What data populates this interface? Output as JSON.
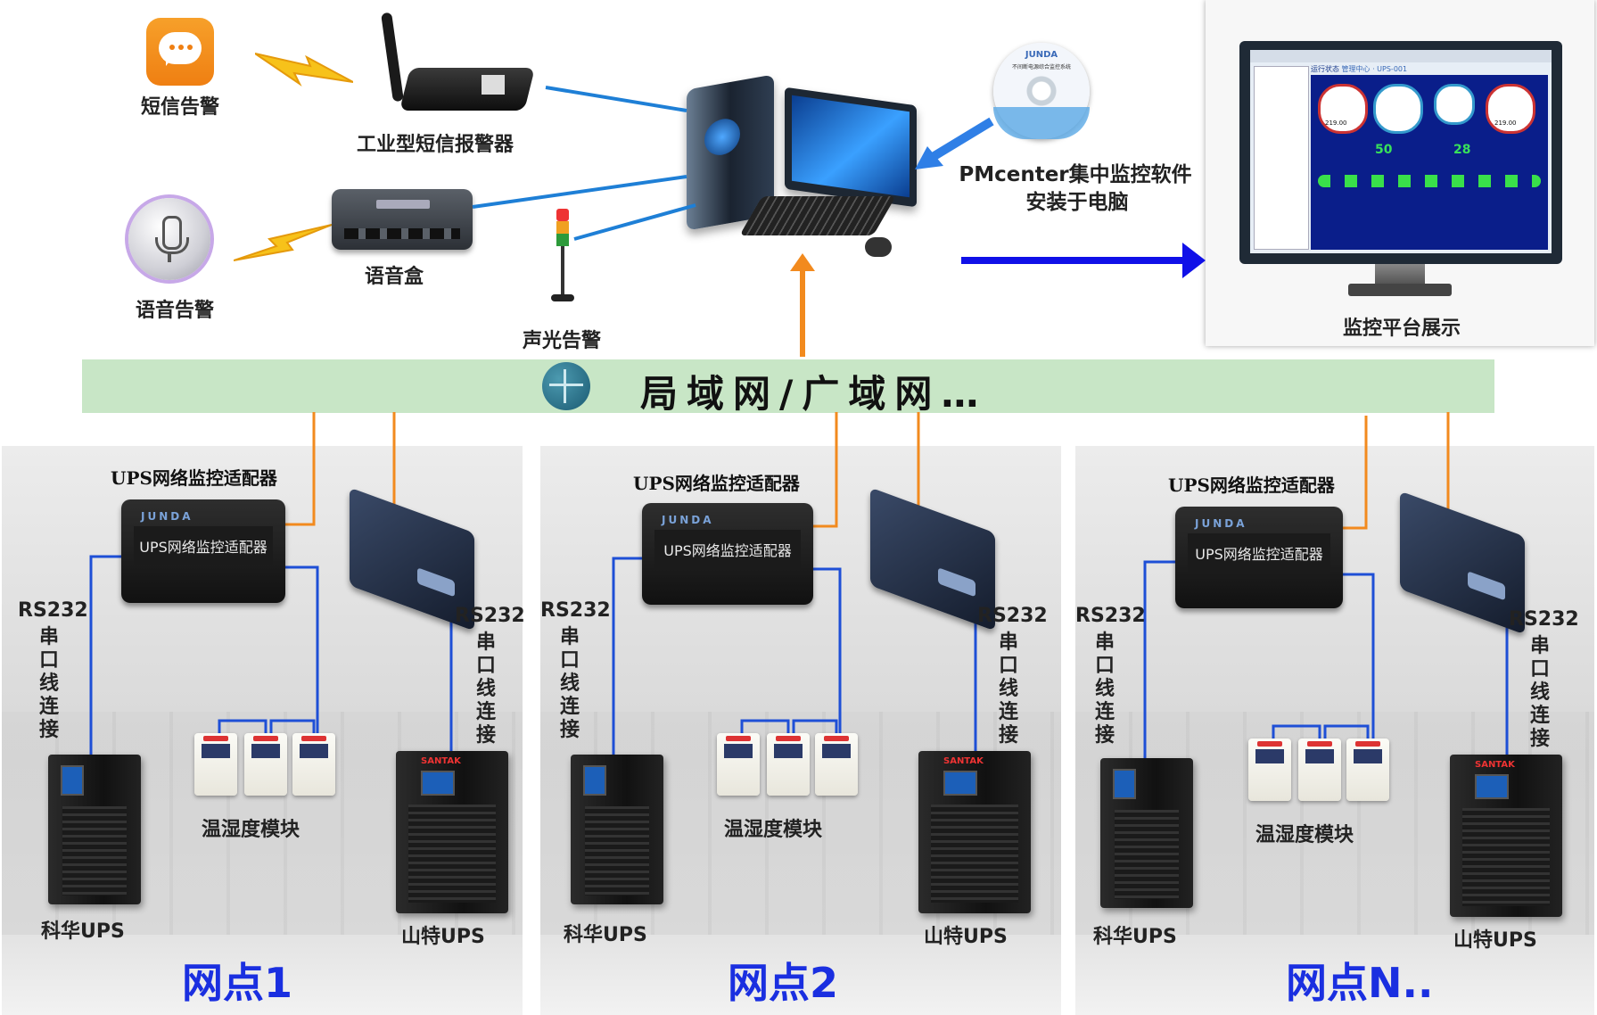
{
  "alarms": {
    "sms_label": "短信告警",
    "sms_device_label": "工业型短信报警器",
    "voice_label": "语音告警",
    "voice_box_label": "语音盒",
    "sound_light_label": "声光告警"
  },
  "software": {
    "cd_brand": "JUNDA",
    "cd_title": "不间断电源综合监控系统",
    "label_line1": "PMcenter集中监控软件",
    "label_line2": "安装于电脑"
  },
  "monitor": {
    "label": "监控平台展示",
    "tab_text": "运行状态",
    "tab_text2": "管理中心 · UPS-001",
    "gauge_values": [
      "219.00",
      "50",
      "28",
      "219.00"
    ]
  },
  "network": {
    "lan_label": "局域网/广域网…"
  },
  "sites": [
    {
      "name": "网点1",
      "adapter_label": "UPS网络监控适配器",
      "adapter_brand": "JUNDA",
      "adapter_screen": "UPS网络监控适配器",
      "rs232_left": "RS232",
      "serial_left": "串口线连接",
      "rs232_right": "RS232",
      "serial_right": "串口线连接",
      "sensor_label": "温湿度模块",
      "ups_left_label": "科华UPS",
      "ups_right_label": "山特UPS",
      "ups_right_brand": "SANTAK"
    },
    {
      "name": "网点2",
      "adapter_label": "UPS网络监控适配器",
      "adapter_brand": "JUNDA",
      "adapter_screen": "UPS网络监控适配器",
      "rs232_left": "RS232",
      "serial_left": "串口线连接",
      "rs232_right": "RS232",
      "serial_right": "串口线连接",
      "sensor_label": "温湿度模块",
      "ups_left_label": "科华UPS",
      "ups_right_label": "山特UPS",
      "ups_right_brand": "SANTAK"
    },
    {
      "name": "网点N..",
      "adapter_label": "UPS网络监控适配器",
      "adapter_brand": "JUNDA",
      "adapter_screen": "UPS网络监控适配器",
      "rs232_left": "RS232",
      "serial_left": "串口线连接",
      "rs232_right": "RS232",
      "serial_right": "串口线连接",
      "sensor_label": "温湿度模块",
      "ups_left_label": "科华UPS",
      "ups_right_label": "山特UPS",
      "ups_right_brand": "SANTAK"
    }
  ],
  "colors": {
    "lan_bar": "#c8e6c6",
    "site_name": "#1a2fe0",
    "link_blue": "#1e7fd6",
    "link_orange": "#f28a1e",
    "display_arrow": "#1010e8"
  }
}
